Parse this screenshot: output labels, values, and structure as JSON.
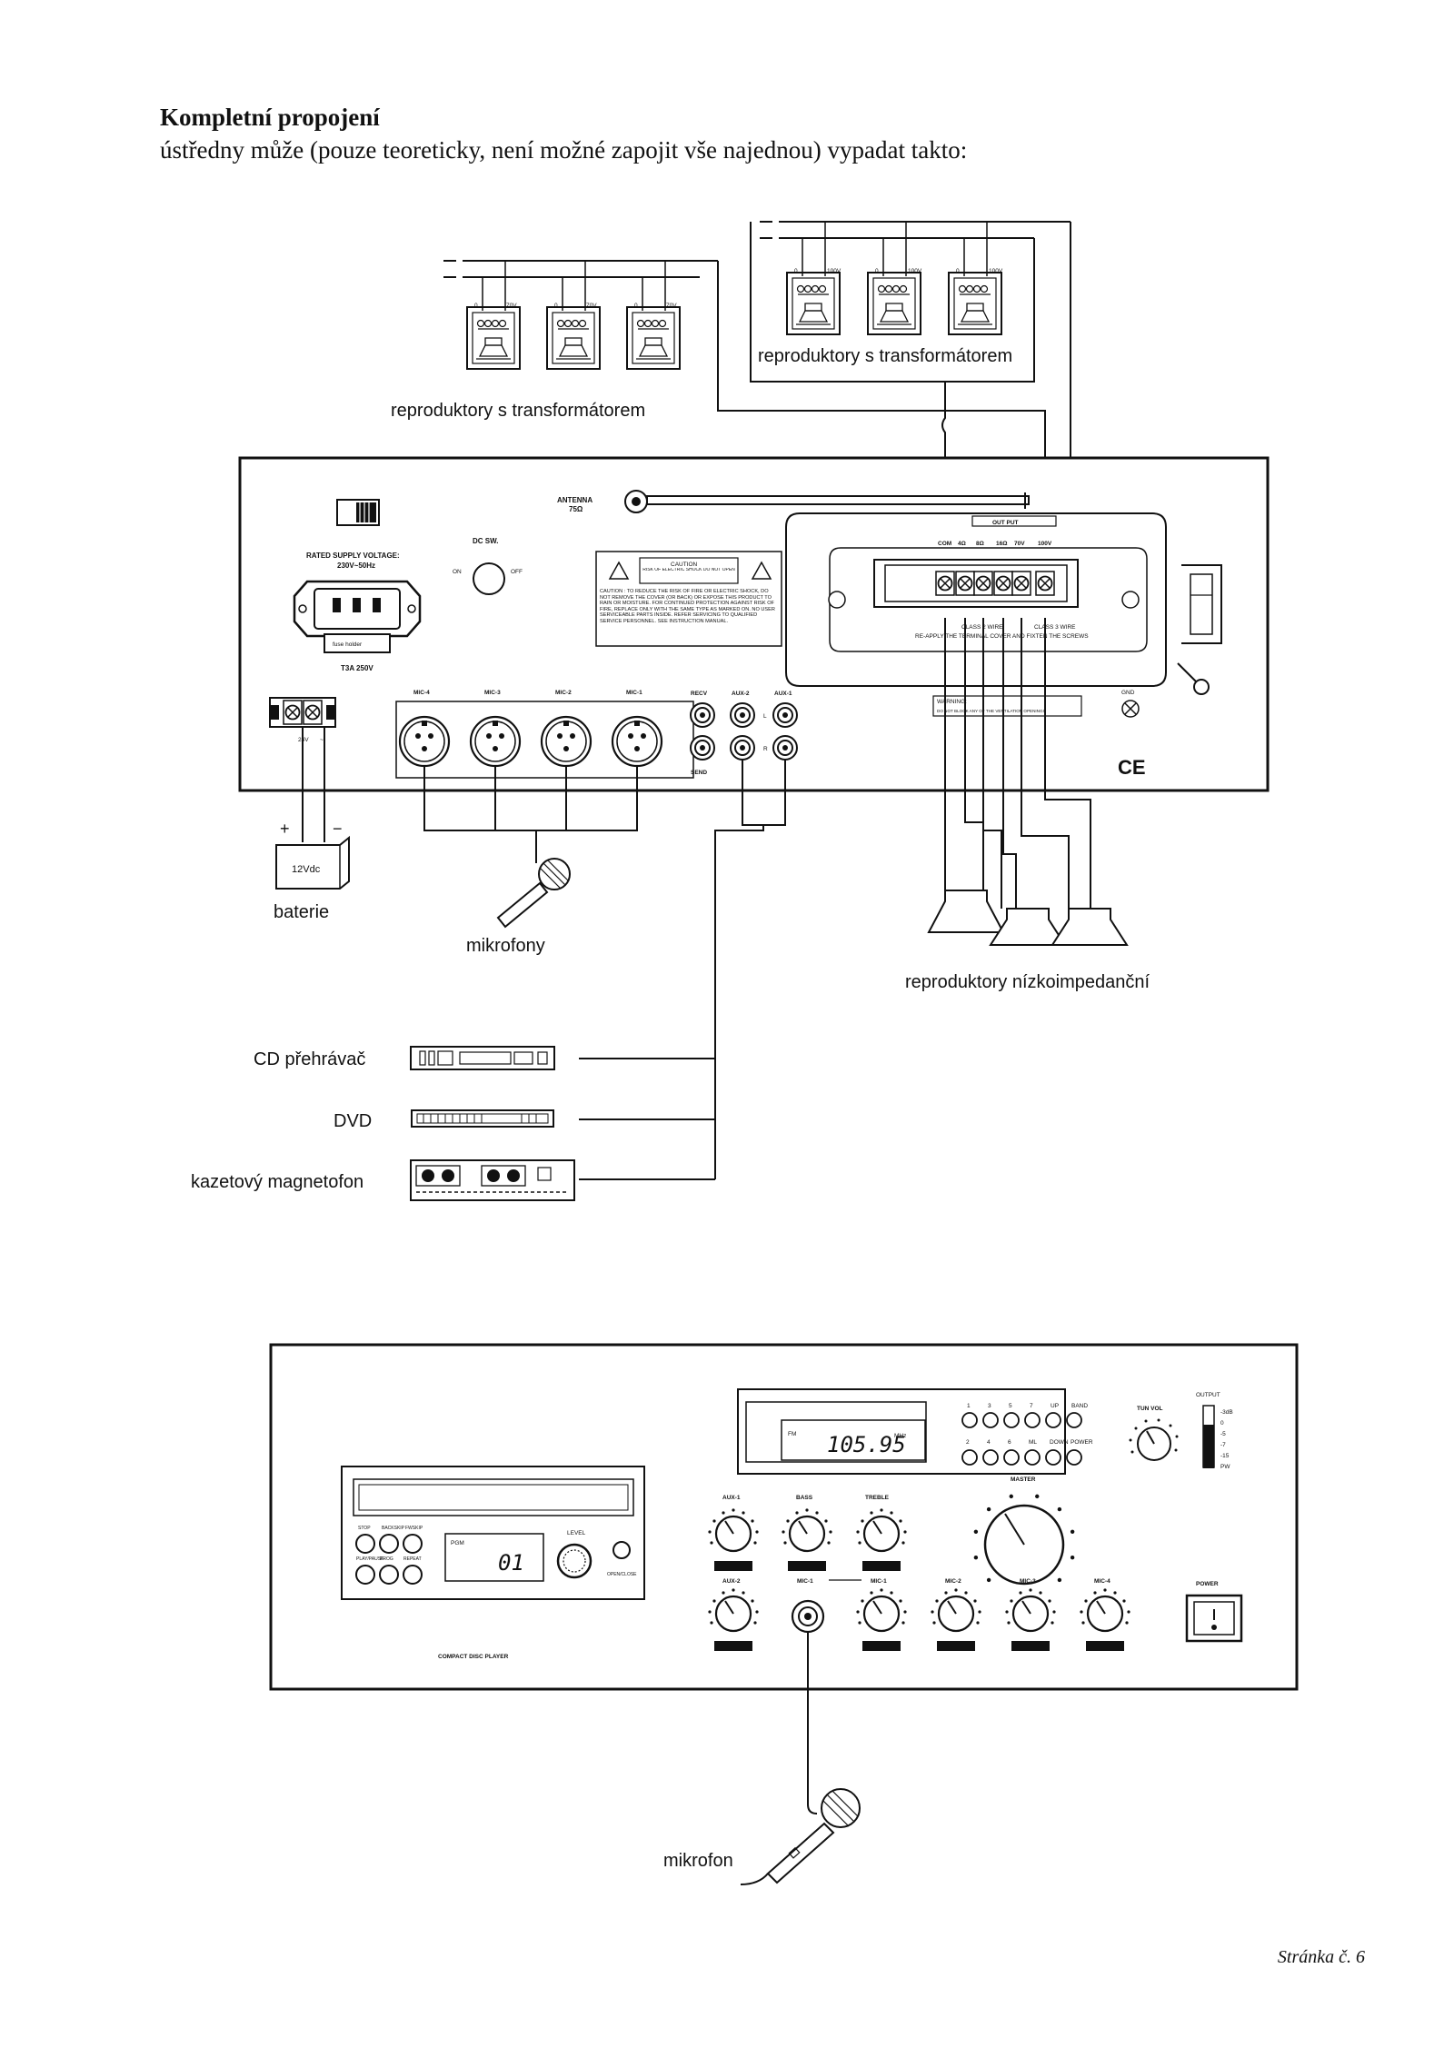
{
  "page": {
    "heading": "Kompletní propojení",
    "intro": "ústředny může (pouze teoreticky, není možné zapojit vše najednou) vypadat takto:",
    "page_number": "Stránka č. 6"
  },
  "labels": {
    "speakers_transformer_left": "reproduktory s transformátorem",
    "speakers_transformer_right": "reproduktory s transformátorem",
    "battery": "baterie",
    "battery_voltage": "12Vdc",
    "microphones": "mikrofony",
    "low_impedance_speakers": "reproduktory nízkoimpedanční",
    "cd_player": "CD přehrávač",
    "dvd": "DVD",
    "cassette": "kazetový magnetofon",
    "microphone": "mikrofon"
  },
  "rear_panel": {
    "antenna": "ANTENNA",
    "antenna_ohm": "75Ω",
    "rated_supply": "RATED SUPPLY VOLTAGE:",
    "rated_supply_value": "230V~50Hz",
    "fuse": "T3A 250V",
    "dc_sw": "DC SW.",
    "on": "ON",
    "off": "OFF",
    "caution": "CAUTION",
    "caution_sub": "RISK OF ELECTRIC SHOCK DO NOT OPEN",
    "caution_text": "CAUTION : TO REDUCE THE RISK OF FIRE OR ELECTRIC SHOCK, DO NOT REMOVE THE COVER (OR BACK) OR EXPOSE THIS PRODUCT TO RAIN OR MOISTURE. FOR CONTINUED PROTECTION AGAINST RISK OF FIRE, REPLACE ONLY WITH THE SAME TYPE AS MARKED ON. NO USER SERVICEABLE PARTS INSIDE. REFER SERVICING TO QUALIFIED SERVICE PERSONNEL. SEE INSTRUCTION MANUAL.",
    "output": "OUT PUT",
    "output_terminals": [
      "COM",
      "4Ω",
      "8Ω",
      "16Ω",
      "70V",
      "100V"
    ],
    "class_2_wire": "CLASS 2 WIRE",
    "class_3_wire": "CLASS 3 WIRE",
    "reapply": "RE-APPLY THE TERMINAL COVER AND FIXTEN THE SCREWS",
    "gnd": "GND",
    "warning": "WARNING:",
    "warning_text": "DO NOT BLOCK ANY OF THE VENTILATION OPENINGS",
    "ce": "CE",
    "dc_24v": "24V",
    "dc_terminal_2": "~",
    "mic_inputs": [
      "MIC-4",
      "MIC-3",
      "MIC-2",
      "MIC-1"
    ],
    "recv": "RECV",
    "send": "SEND",
    "aux2": "AUX-2",
    "aux1": "AUX-1",
    "left": "L",
    "right": "R"
  },
  "speakers": {
    "left_taps": [
      "0",
      "70V"
    ],
    "right_taps": [
      "0",
      "100V"
    ]
  },
  "front_panel": {
    "frequency": "105.95",
    "fm": "FM",
    "mhz": "MHz",
    "track": "01",
    "tun_vol": "TUN VOL",
    "output": "OUTPUT",
    "level_marks": [
      "-3dB",
      "0",
      "-5",
      "-7",
      "-15",
      "PW"
    ],
    "preset_top": [
      "1",
      "3",
      "5",
      "7",
      "UP",
      "BAND"
    ],
    "preset_bottom": [
      "2",
      "4",
      "6",
      "ML",
      "DOWN",
      "POWER"
    ],
    "master": "MASTER",
    "knobs_top": [
      "AUX-1",
      "BASS",
      "TREBLE"
    ],
    "knobs_bottom": [
      "AUX-2",
      "MIC-1",
      "MIC-1",
      "MIC-2",
      "MIC-3",
      "MIC-4"
    ],
    "power": "POWER",
    "cd_label": "COMPACT DISC PLAYER",
    "cd_buttons_top": [
      "STOP",
      "BACKSKIP",
      "FWSKIP"
    ],
    "cd_buttons_bottom": [
      "PLAY/PAUSE",
      "PROG",
      "REPEAT"
    ],
    "level": "LEVEL",
    "open_close": "OPEN/CLOSE",
    "play_mode": "PGM"
  }
}
